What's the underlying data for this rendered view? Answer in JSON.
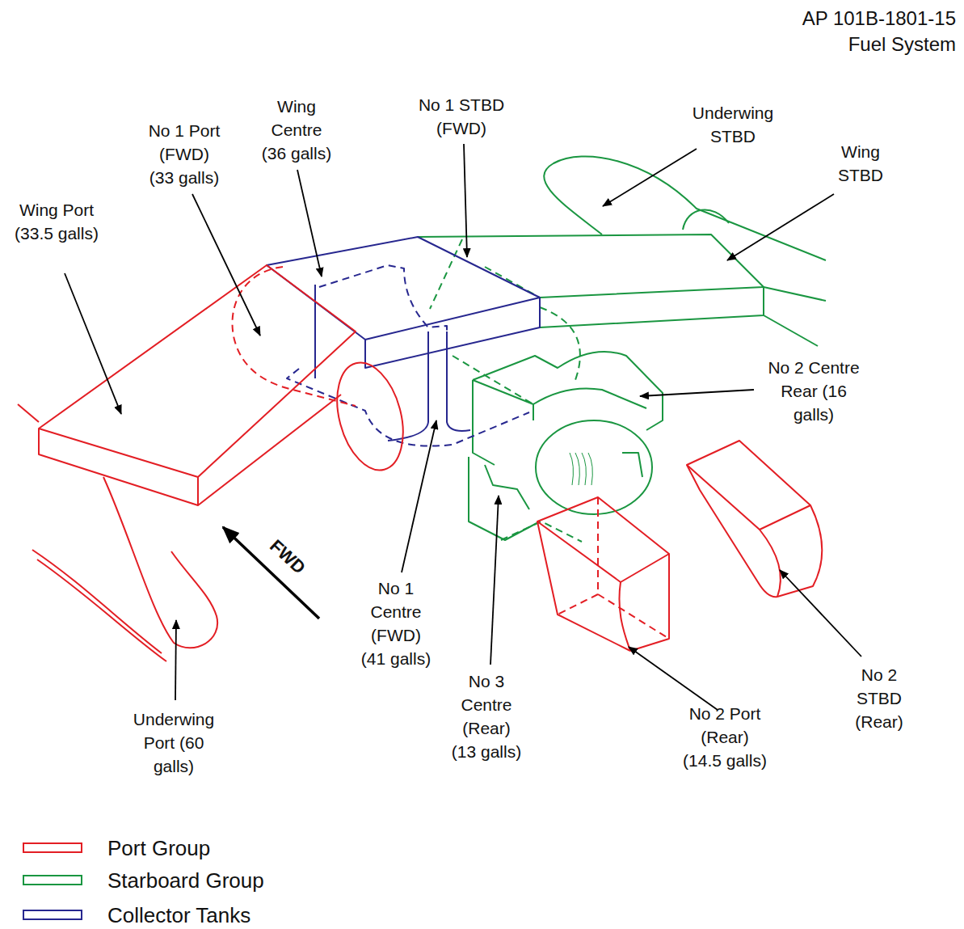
{
  "diagram": {
    "title": "Fuel System",
    "labels": [
      "AP 101B-1801-15",
      "Wing Port (33.5 galls)",
      "No 1 Port (FWD) (33 galls)",
      "Wing Centre (36 galls)",
      "No 1 STBD (FWD)",
      "Underwing STBD",
      "Wing STBD",
      "No 2 Centre Rear (16 galls)",
      "FWD",
      "No 1 Centre (FWD) (41 galls)",
      "No 3 Centre (Rear) (13 galls)",
      "No 2 Port (Rear) (14.5 galls)",
      "No 2 STBD (Rear)",
      "Underwing Port (60 galls)"
    ],
    "legend": [
      {
        "text": "Port Group",
        "color": "#e31e24"
      },
      {
        "text": "Starboard Group",
        "color": "#1a9641"
      },
      {
        "text": "Collector Tanks",
        "color": "#27278f"
      }
    ]
  }
}
